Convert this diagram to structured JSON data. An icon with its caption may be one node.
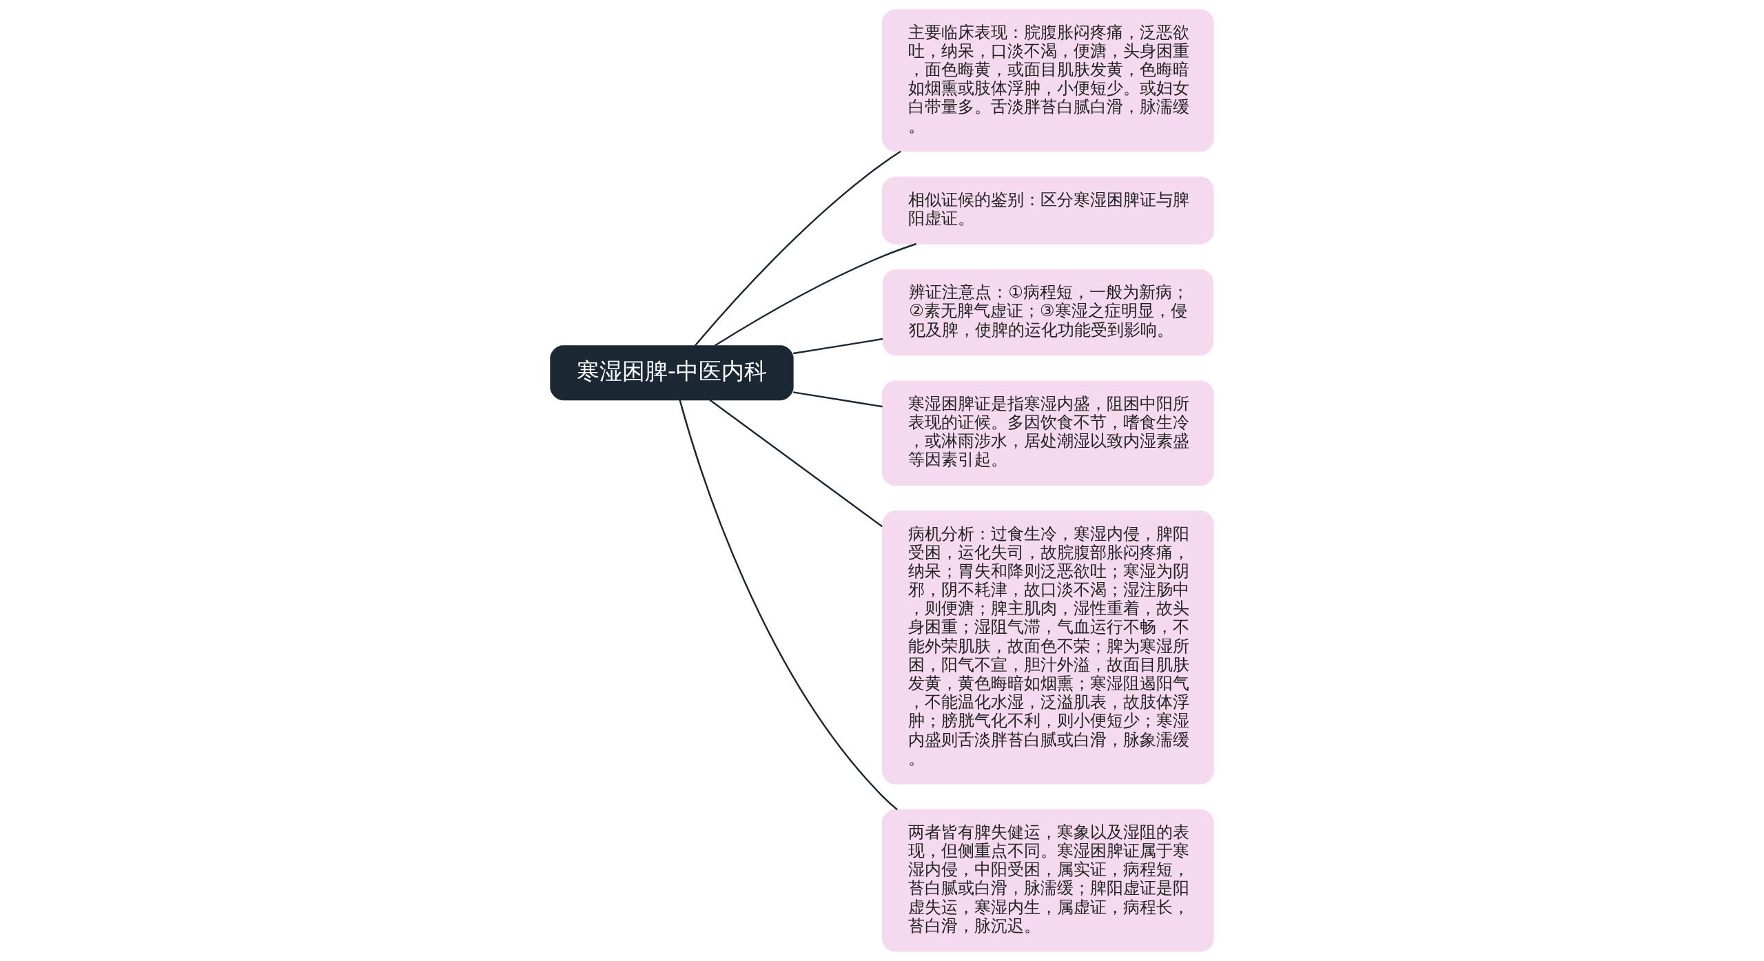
{
  "diagram": {
    "nodes": [
      {
        "text": [
          "寒湿困脾-中医内科"
        ]
      },
      {
        "text": [
          "主要临床表现：脘腹胀闷疼痛，泛恶欲吐，纳呆，口淡不渴，便溏，头身困重，面色晦黄，或面目肌肤发黄，色晦暗如烟熏或肢体浮肿，小便短少。或妇女白带量多。舌淡胖苔白腻白滑，脉濡缓。"
        ]
      },
      {
        "text": [
          "相似证候的鉴别：区分寒湿困脾证与脾阳虚证。"
        ]
      },
      {
        "text": [
          "辨证注意点：①病程短，一般为新病；②素无脾气虚证；③寒湿之症明显，侵犯及脾，使脾的运化功能受到影响。"
        ]
      },
      {
        "text": [
          "寒湿困脾证是指寒湿内盛，阻困中阳所表现的证候。多因饮食不节，嗜食生冷，或淋雨涉水，居处潮湿以致内湿素盛等因素引起。"
        ]
      },
      {
        "text": [
          "病机分析：过食生冷，寒湿内侵，脾阳受困，运化失司，故脘腹部胀闷疼痛，纳呆；胃失和降则泛恶欲吐；寒湿为阴邪，阴不耗津，故口淡不渴；湿注肠中，则便溏；脾主肌肉，湿性重着，故头身困重；湿阻气滞，气血运行不畅，不能外荣肌肤，故面色不荣；脾为寒湿所困，阳气不宣，胆汁外溢，故面目肌肤发黄，黄色晦暗如烟熏；寒湿阻遏阳气，不能温化水湿，泛溢肌表，故肢体浮肿；膀胱气化不利，则小便短少；寒湿内盛则舌淡胖苔白腻或白滑，脉象濡缓。"
        ]
      },
      {
        "text": [
          "两者皆有脾失健运，寒象以及湿阻的表现，但侧重点不同。寒湿困脾证属于寒湿内侵，中阳受困，属实证，病程短，苔白腻或白滑，脉濡缓；脾阳虚证是阳虚失运，寒湿内生，属虚证，病程长，苔白滑，脉沉迟。"
        ]
      }
    ],
    "edges": [
      {
        "from": 0,
        "to": 1,
        "arrow": "none"
      },
      {
        "from": 0,
        "to": 2,
        "arrow": "none"
      },
      {
        "from": 0,
        "to": 3,
        "arrow": "none"
      },
      {
        "from": 0,
        "to": 4,
        "arrow": "none"
      },
      {
        "from": 0,
        "to": 5,
        "arrow": "none"
      },
      {
        "from": 0,
        "to": 6,
        "arrow": "none"
      }
    ]
  }
}
